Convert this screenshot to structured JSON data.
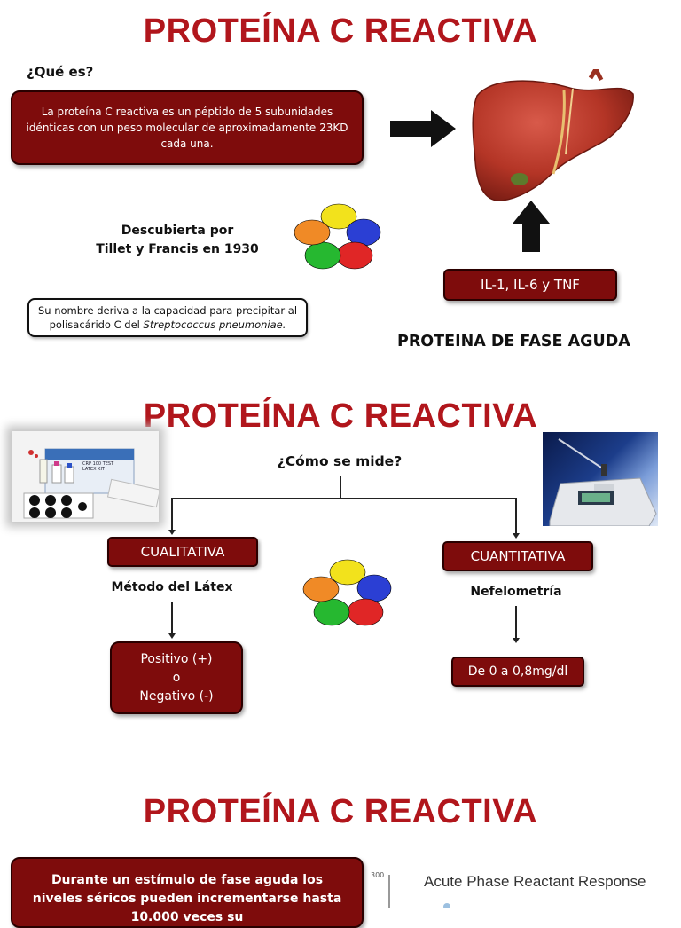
{
  "s1": {
    "title": "PROTEÍNA C REACTIVA",
    "que_es": "¿Qué es?",
    "definition": "La proteína C reactiva es un péptido de 5 subunidades idénticas con un peso molecular de aproximadamente 23KD cada una.",
    "discovered_line1": "Descubierta por",
    "discovered_line2": "Tillet y Francis en 1930",
    "name_note_pre": "Su nombre deriva a la capacidad para precipitar al polisacárido C del ",
    "name_note_italic": "Streptococcus pneumoniae.",
    "cytokines": "IL-1, IL-6 y TNF",
    "acute_phase": "PROTEINA DE FASE AGUDA"
  },
  "s2": {
    "title": "PROTEÍNA C REACTIVA",
    "question": "¿Cómo se mide?",
    "qualitative": "CUALITATIVA",
    "quantitative": "CUANTITATIVA",
    "latex_method": "Método del Látex",
    "nephelometry": "Nefelometría",
    "result_pos": "Positivo (+)",
    "result_o": "o",
    "result_neg": "Negativo (-)",
    "range": "De 0 a 0,8mg/dl",
    "kit_label_1": "CRP 100 TEST",
    "kit_label_2": "LATEX KIT"
  },
  "s3": {
    "title": "PROTEÍNA C REACTIVA",
    "stimulus": "Durante un estímulo de fase aguda los niveles séricos pueden incrementarse hasta 10.000 veces su",
    "chart_title": "Acute Phase Reactant Response",
    "chart_tick": "300"
  },
  "colors": {
    "title_red": "#b1161c",
    "box_red": "#7e0c0c"
  }
}
